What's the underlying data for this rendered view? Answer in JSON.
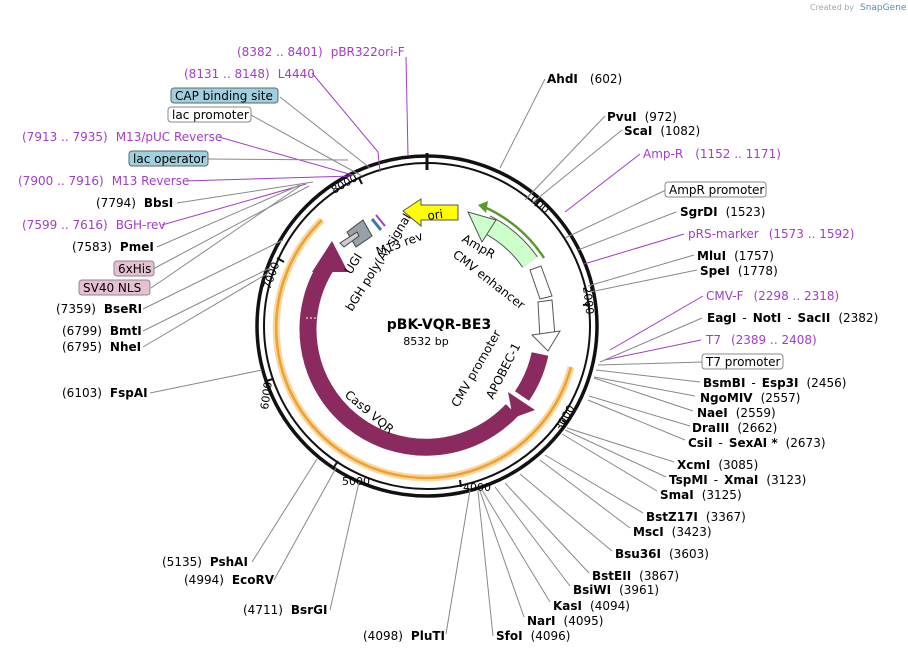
{
  "credit": {
    "prefix": "Created by",
    "brand": "SnapGene"
  },
  "plasmid": {
    "name": "pBK-VQR-BE3",
    "size": "8532 bp"
  },
  "ring_ticks": [
    "1000",
    "2000",
    "3000",
    "4000",
    "5000",
    "6000",
    "7000",
    "8000"
  ],
  "features": {
    "ori": "ori",
    "ampr": "AmpR",
    "cmv_enhancer": "CMV enhancer",
    "cmv_promoter": "CMV promoter",
    "apobec": "APOBEC-1",
    "cas9": "Cas9 VQR",
    "ugi": "UGI",
    "bgh": "bGH poly(A) signal",
    "m13rev": "M13 rev"
  },
  "labels": {
    "pbr322ori": {
      "range": "(8382 .. 8401)",
      "name": "pBR322ori-F"
    },
    "l4440": {
      "range": "(8131 .. 8148)",
      "name": "L4440"
    },
    "cap": {
      "name": "CAP binding site"
    },
    "lacprom": {
      "name": "lac promoter"
    },
    "m13puc": {
      "range": "(7913 .. 7935)",
      "name": "M13/pUC Reverse"
    },
    "lacop": {
      "name": "lac operator"
    },
    "m13reverse": {
      "range": "(7900 .. 7916)",
      "name": "M13 Reverse"
    },
    "bbsi": {
      "pos": "(7794)",
      "name": "BbsI"
    },
    "bghrev": {
      "range": "(7599 .. 7616)",
      "name": "BGH-rev"
    },
    "pmei": {
      "pos": "(7583)",
      "name": "PmeI"
    },
    "his6": {
      "name": "6xHis"
    },
    "sv40": {
      "name": "SV40 NLS"
    },
    "bseri": {
      "pos": "(7359)",
      "name": "BseRI"
    },
    "bmti": {
      "pos": "(6799)",
      "name": "BmtI"
    },
    "nhei": {
      "pos": "(6795)",
      "name": "NheI"
    },
    "fspai": {
      "pos": "(6103)",
      "name": "FspAI"
    },
    "pshai": {
      "pos": "(5135)",
      "name": "PshAI"
    },
    "ecorv": {
      "pos": "(4994)",
      "name": "EcoRV"
    },
    "bsrgi": {
      "pos": "(4711)",
      "name": "BsrGI"
    },
    "pluti": {
      "pos": "(4098)",
      "name": "PluTI"
    },
    "sfoi": {
      "name": "SfoI",
      "pos": "(4096)"
    },
    "nari": {
      "name": "NarI",
      "pos": "(4095)"
    },
    "kasi": {
      "name": "KasI",
      "pos": "(4094)"
    },
    "bsiwi": {
      "name": "BsiWI",
      "pos": "(3961)"
    },
    "bsteii": {
      "name": "BstEII",
      "pos": "(3867)"
    },
    "bsu36i": {
      "name": "Bsu36I",
      "pos": "(3603)"
    },
    "msci": {
      "name": "MscI",
      "pos": "(3423)"
    },
    "bstz17i": {
      "name": "BstZ17I",
      "pos": "(3367)"
    },
    "smai": {
      "name": "SmaI",
      "pos": "(3125)"
    },
    "tspmi": {
      "name": "TspMI",
      "sep": "-",
      "name2": "XmaI",
      "pos": "(3123)"
    },
    "xcmi": {
      "name": "XcmI",
      "pos": "(3085)"
    },
    "csii": {
      "name": "CsiI",
      "sep": "-",
      "name2": "SexAI *",
      "pos": "(2673)"
    },
    "draiii": {
      "name": "DraIII",
      "pos": "(2662)"
    },
    "naei": {
      "name": "NaeI",
      "pos": "(2559)"
    },
    "ngomiv": {
      "name": "NgoMIV",
      "pos": "(2557)"
    },
    "bsmbi": {
      "name": "BsmBI",
      "sep": "-",
      "name2": "Esp3I",
      "pos": "(2456)"
    },
    "t7prom": {
      "name": "T7 promoter"
    },
    "t7": {
      "name": "T7",
      "range": "(2389 .. 2408)"
    },
    "eagi": {
      "name": "EagI",
      "sep1": "-",
      "name2": "NotI",
      "sep2": "-",
      "name3": "SacII",
      "pos": "(2382)"
    },
    "cmvf": {
      "name": "CMV-F",
      "range": "(2298 .. 2318)"
    },
    "spei": {
      "name": "SpeI",
      "pos": "(1778)"
    },
    "mlui": {
      "name": "MluI",
      "pos": "(1757)"
    },
    "prsmarker": {
      "name": "pRS-marker",
      "range": "(1573 .. 1592)"
    },
    "sgrdi": {
      "name": "SgrDI",
      "pos": "(1523)"
    },
    "amprprom": {
      "name": "AmpR promoter"
    },
    "ampr": {
      "name": "Amp-R",
      "range": "(1152 .. 1171)"
    },
    "scai": {
      "name": "ScaI",
      "pos": "(1082)"
    },
    "pvui": {
      "name": "PvuI",
      "pos": "(972)"
    },
    "ahdi": {
      "name": "AhdI",
      "pos": "(602)"
    }
  },
  "colors": {
    "cas9": "#8b2a5f",
    "ori": "#ffff00",
    "ampr": "#ccffcc",
    "promoter": "#ffffff",
    "orange": "#f0a030",
    "primer": "#a23cc9",
    "lacop_box": "#9fd0e0",
    "his_box": "#e6bfd3"
  }
}
